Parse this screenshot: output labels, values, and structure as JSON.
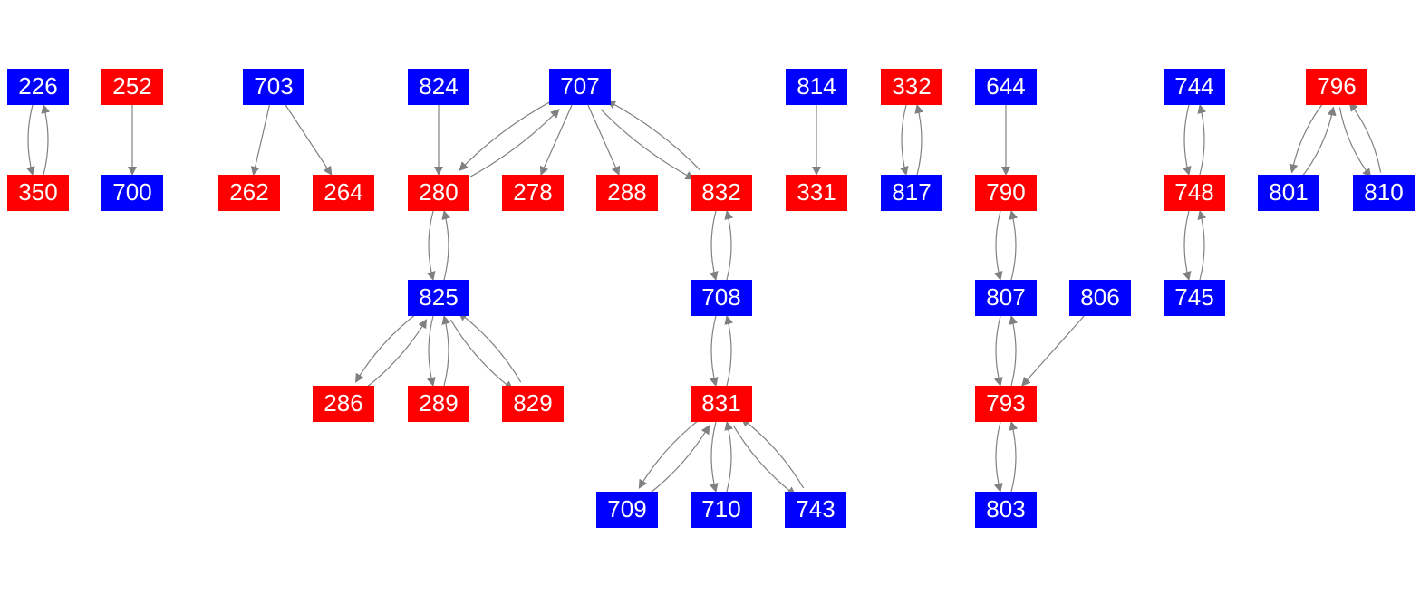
{
  "colors": {
    "red": "#ff0000",
    "blue": "#0000ff",
    "edge": "#808080",
    "label": "#ffffff"
  },
  "nodes": [
    {
      "id": "226",
      "color": "blue"
    },
    {
      "id": "350",
      "color": "red"
    },
    {
      "id": "252",
      "color": "red"
    },
    {
      "id": "700",
      "color": "blue"
    },
    {
      "id": "703",
      "color": "blue"
    },
    {
      "id": "262",
      "color": "red"
    },
    {
      "id": "264",
      "color": "red"
    },
    {
      "id": "824",
      "color": "blue"
    },
    {
      "id": "707",
      "color": "blue"
    },
    {
      "id": "280",
      "color": "red"
    },
    {
      "id": "278",
      "color": "red"
    },
    {
      "id": "288",
      "color": "red"
    },
    {
      "id": "832",
      "color": "red"
    },
    {
      "id": "825",
      "color": "blue"
    },
    {
      "id": "708",
      "color": "blue"
    },
    {
      "id": "286",
      "color": "red"
    },
    {
      "id": "289",
      "color": "red"
    },
    {
      "id": "829",
      "color": "red"
    },
    {
      "id": "831",
      "color": "red"
    },
    {
      "id": "709",
      "color": "blue"
    },
    {
      "id": "710",
      "color": "blue"
    },
    {
      "id": "743",
      "color": "blue"
    },
    {
      "id": "814",
      "color": "blue"
    },
    {
      "id": "331",
      "color": "red"
    },
    {
      "id": "332",
      "color": "red"
    },
    {
      "id": "817",
      "color": "blue"
    },
    {
      "id": "644",
      "color": "blue"
    },
    {
      "id": "790",
      "color": "red"
    },
    {
      "id": "807",
      "color": "blue"
    },
    {
      "id": "806",
      "color": "blue"
    },
    {
      "id": "793",
      "color": "red"
    },
    {
      "id": "803",
      "color": "blue"
    },
    {
      "id": "744",
      "color": "blue"
    },
    {
      "id": "748",
      "color": "red"
    },
    {
      "id": "745",
      "color": "blue"
    },
    {
      "id": "796",
      "color": "red"
    },
    {
      "id": "801",
      "color": "blue"
    },
    {
      "id": "810",
      "color": "blue"
    }
  ],
  "edges": [
    [
      "226",
      "350"
    ],
    [
      "350",
      "226"
    ],
    [
      "252",
      "700"
    ],
    [
      "703",
      "262"
    ],
    [
      "703",
      "264"
    ],
    [
      "824",
      "280"
    ],
    [
      "707",
      "280"
    ],
    [
      "280",
      "707"
    ],
    [
      "707",
      "278"
    ],
    [
      "707",
      "288"
    ],
    [
      "707",
      "832"
    ],
    [
      "832",
      "707"
    ],
    [
      "280",
      "825"
    ],
    [
      "825",
      "280"
    ],
    [
      "825",
      "286"
    ],
    [
      "286",
      "825"
    ],
    [
      "825",
      "289"
    ],
    [
      "289",
      "825"
    ],
    [
      "825",
      "829"
    ],
    [
      "829",
      "825"
    ],
    [
      "832",
      "708"
    ],
    [
      "708",
      "832"
    ],
    [
      "708",
      "831"
    ],
    [
      "831",
      "708"
    ],
    [
      "831",
      "709"
    ],
    [
      "709",
      "831"
    ],
    [
      "831",
      "710"
    ],
    [
      "710",
      "831"
    ],
    [
      "831",
      "743"
    ],
    [
      "743",
      "831"
    ],
    [
      "814",
      "331"
    ],
    [
      "332",
      "817"
    ],
    [
      "817",
      "332"
    ],
    [
      "644",
      "790"
    ],
    [
      "790",
      "807"
    ],
    [
      "807",
      "790"
    ],
    [
      "807",
      "793"
    ],
    [
      "793",
      "807"
    ],
    [
      "806",
      "793"
    ],
    [
      "793",
      "803"
    ],
    [
      "803",
      "793"
    ],
    [
      "744",
      "748"
    ],
    [
      "748",
      "744"
    ],
    [
      "748",
      "745"
    ],
    [
      "745",
      "748"
    ],
    [
      "796",
      "801"
    ],
    [
      "801",
      "796"
    ],
    [
      "796",
      "810"
    ],
    [
      "810",
      "796"
    ]
  ]
}
